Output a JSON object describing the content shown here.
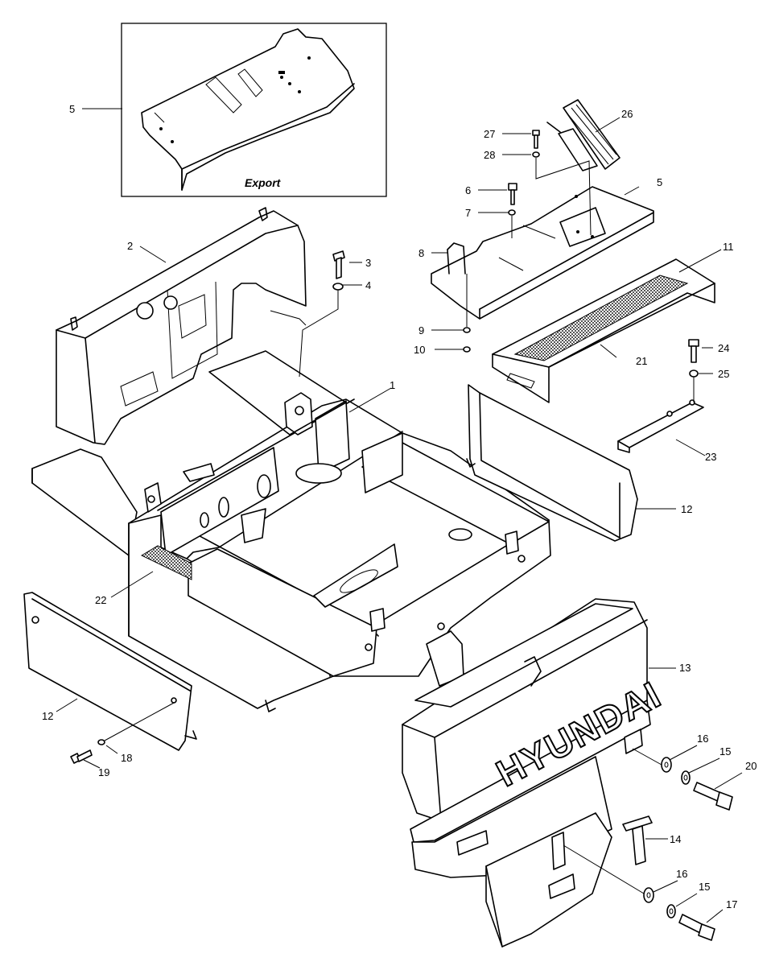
{
  "inset": {
    "caption": "Export"
  },
  "brand_text": "HYUNDAI",
  "colors": {
    "line": "#000000",
    "background": "#ffffff",
    "mesh": "#555555"
  },
  "callouts": {
    "c1": "1",
    "c2": "2",
    "c3": "3",
    "c4": "4",
    "c5_inset": "5",
    "c5_main": "5",
    "c6": "6",
    "c7": "7",
    "c8": "8",
    "c9": "9",
    "c10": "10",
    "c11": "11",
    "c12_right": "12",
    "c12_left": "12",
    "c13": "13",
    "c14": "14",
    "c15_upper": "15",
    "c15_lower": "15",
    "c16_upper": "16",
    "c16_lower": "16",
    "c17": "17",
    "c18": "18",
    "c19": "19",
    "c20": "20",
    "c21": "21",
    "c22": "22",
    "c23": "23",
    "c24": "24",
    "c25": "25",
    "c26": "26",
    "c27": "27",
    "c28": "28"
  }
}
